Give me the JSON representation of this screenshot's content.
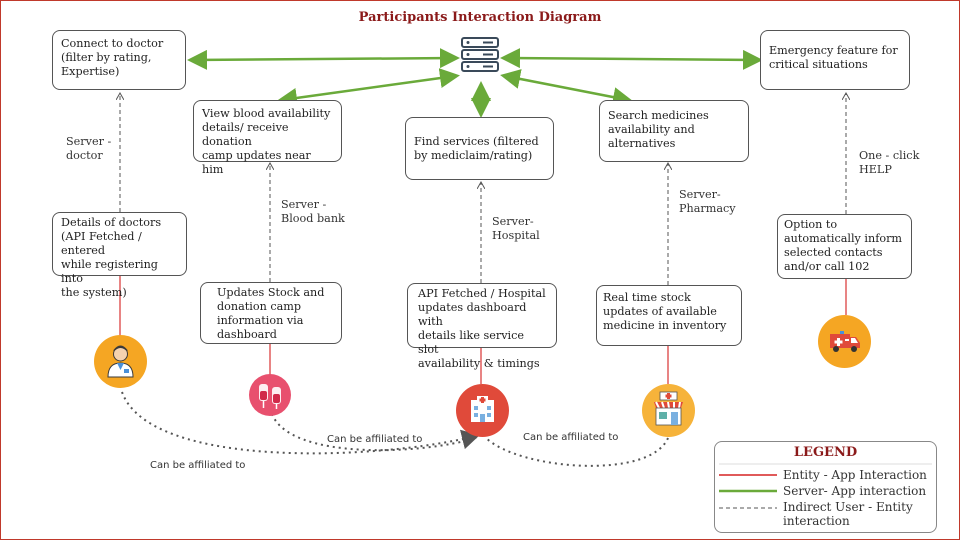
{
  "title": "Participants Interaction Diagram",
  "boxes": {
    "connect_doctor": [
      "Connect to doctor",
      "(filter by rating,",
      "Expertise)"
    ],
    "view_blood": [
      "View blood availability",
      "details/ receive donation",
      "camp updates near him"
    ],
    "find_services": [
      "Find services (filtered",
      "by mediclaim/rating)"
    ],
    "search_medicines": [
      "Search medicines",
      "availability and",
      "alternatives"
    ],
    "emergency": [
      "Emergency feature for",
      "critical situations"
    ],
    "doctor_details": [
      "Details of doctors",
      "(API Fetched / entered",
      "while registering into",
      "the system)"
    ],
    "blood_updates": [
      "Updates Stock  and",
      "donation camp",
      "information via",
      "dashboard"
    ],
    "hospital_updates": [
      "API Fetched / Hospital",
      "updates dashboard with",
      "details like service slot",
      "availability & timings"
    ],
    "pharmacy_updates": [
      "Real time stock",
      "updates of  available",
      "medicine in inventory"
    ],
    "emergency_option": [
      "Option to",
      "automatically inform",
      "selected contacts",
      "and/or call 102"
    ]
  },
  "labels": {
    "server_doctor": [
      "Server -",
      "doctor"
    ],
    "server_bloodbank": [
      "Server -",
      "Blood bank"
    ],
    "server_hospital": [
      "Server-",
      "Hospital"
    ],
    "server_pharmacy": [
      "Server-",
      "Pharmacy"
    ],
    "one_click": [
      "One - click",
      "HELP"
    ]
  },
  "affiliation": {
    "label1": "Can be affiliated to",
    "label2": "Can be affiliated to",
    "label3": "Can be affiliated to"
  },
  "legend": {
    "title": "LEGEND",
    "entity": "Entity - App Interaction",
    "server": "Server- App interaction",
    "indirect1": "Indirect User - Entity",
    "indirect2": "interaction"
  },
  "icons": [
    "server-icon",
    "doctor-icon",
    "blood-bag-icon",
    "hospital-icon",
    "pharmacy-icon",
    "ambulance-icon"
  ],
  "colors": {
    "entity_line": "#e05a5a",
    "server_line": "#6aaa3a",
    "title": "#8b1a1a",
    "orange_icon": "#f5a623",
    "pink_icon": "#e8506e",
    "red_icon": "#e04a3a",
    "orange_light": "#f6b33a"
  }
}
